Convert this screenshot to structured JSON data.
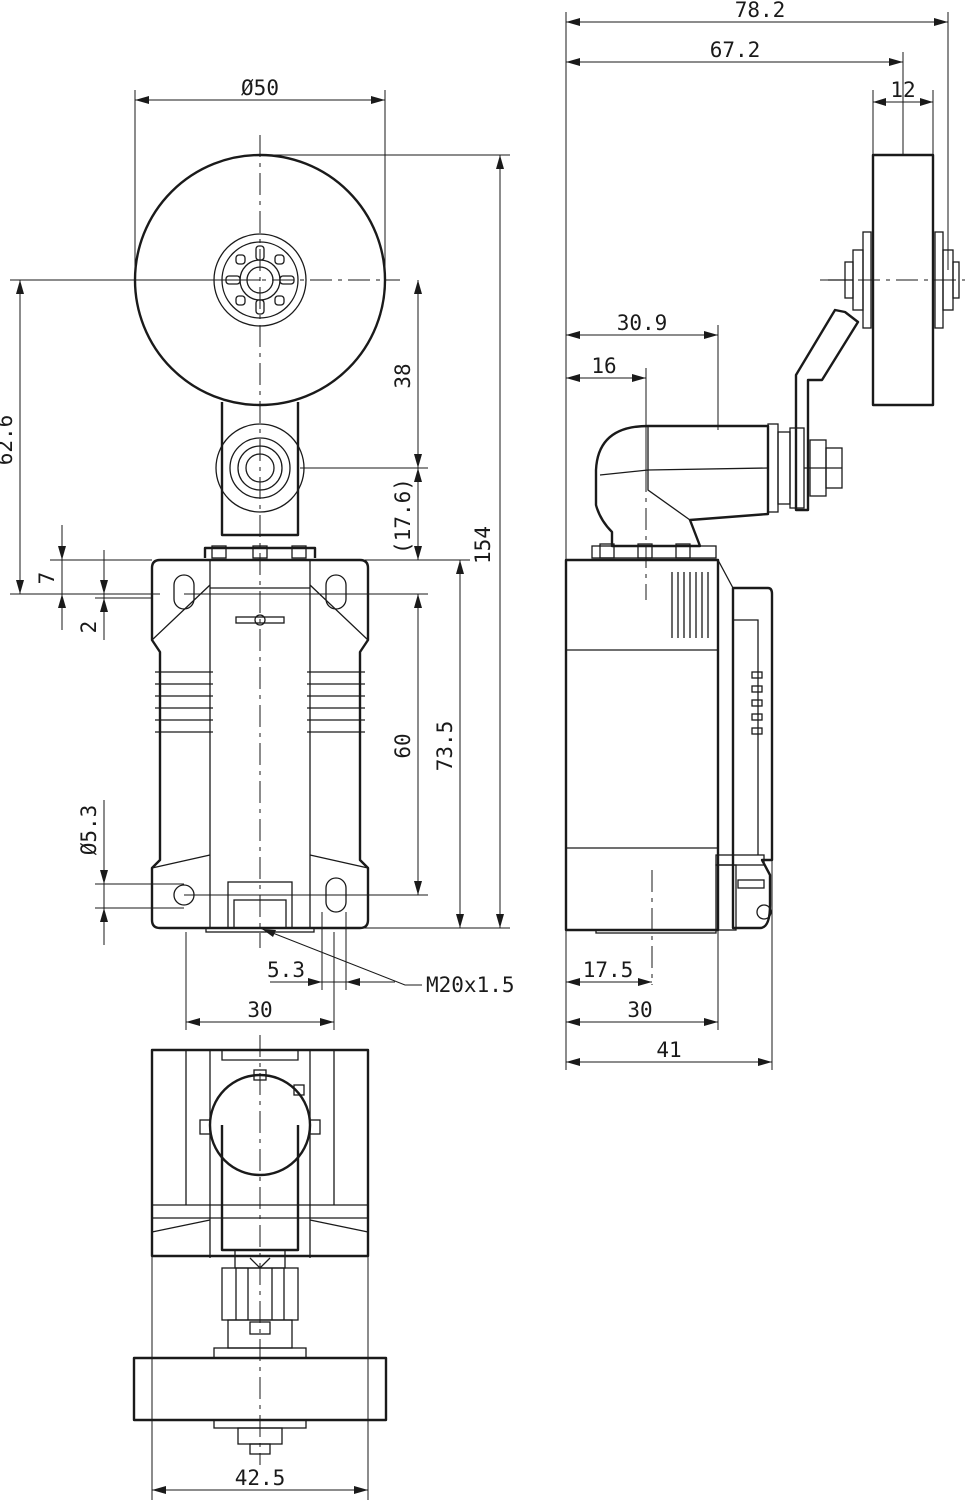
{
  "dimensions": {
    "overall_width_side": "78.2",
    "lever_reach": "67.2",
    "roller_width": "12",
    "roller_diameter": "Ø50",
    "roller_axis_height": "62.6",
    "roller_to_pivot": "38",
    "pivot_to_body": "(17.6)",
    "overall_height": "154",
    "flange_height": "7",
    "flange_offset": "2",
    "hole_spacing": "60",
    "body_height": "73.5",
    "hole_diameter": "Ø5.3",
    "hole_offset": "5.3",
    "conduit_thread": "M20x1.5",
    "front_hole_pitch": "30",
    "head_to_shaft": "30.9",
    "head_offset": "16",
    "conduit_position": "17.5",
    "body_depth": "30",
    "depth_with_cover": "41",
    "bottom_view_width": "42.5"
  }
}
